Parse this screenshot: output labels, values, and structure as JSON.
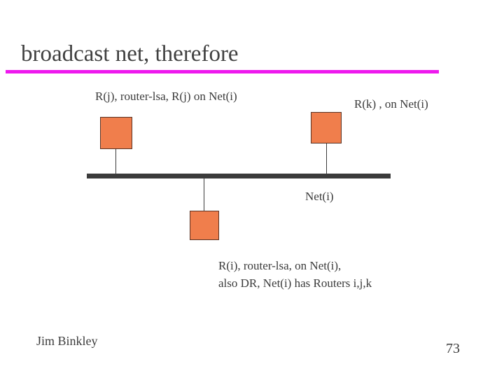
{
  "slide": {
    "title": "broadcast net, therefore",
    "accent_color": "#ee19ee",
    "router_color": "#f07e4c",
    "line_color": "#3b3b3b"
  },
  "diagram": {
    "label_router_j": "R(j), router-lsa, R(j) on Net(i)",
    "label_router_k": "R(k) , on Net(i)",
    "label_network": "Net(i)",
    "label_router_i_line1": "R(i), router-lsa, on Net(i),",
    "label_router_i_line2": "also DR, Net(i) has Routers i,j,k"
  },
  "footer": {
    "author": "Jim Binkley",
    "page_number": "73"
  }
}
